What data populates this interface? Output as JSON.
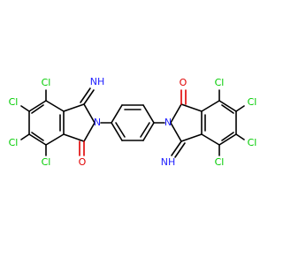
{
  "molecule": {
    "colors": {
      "carbon_bond": "#000000",
      "oxygen": "#e00000",
      "nitrogen": "#2222ff",
      "chlorine": "#00cc00"
    },
    "left_fragment": {
      "cl_top": "Cl",
      "cl_upper_left": "Cl",
      "cl_lower_left": "Cl",
      "cl_bottom": "Cl",
      "imine": "NH",
      "ring_n": "N",
      "carbonyl_o": "O"
    },
    "right_fragment": {
      "cl_top": "Cl",
      "cl_upper_right": "Cl",
      "cl_lower_right": "Cl",
      "cl_bottom": "Cl",
      "imine": "NH",
      "ring_n": "N",
      "carbonyl_o": "O"
    }
  }
}
